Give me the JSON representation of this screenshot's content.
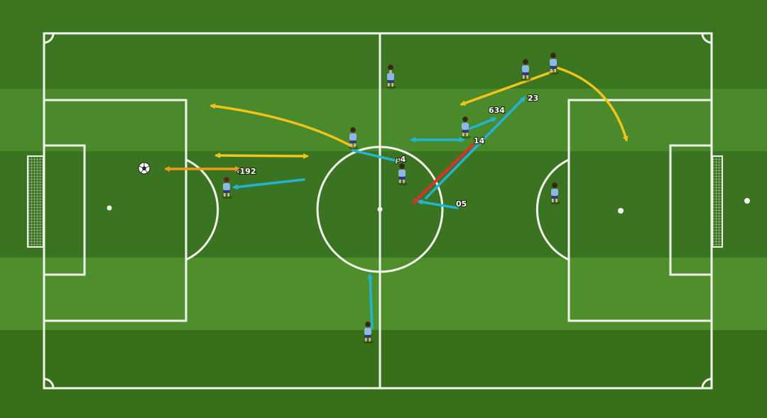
{
  "diagram": {
    "colors": {
      "grass_light": "#4e8f2c",
      "grass_dark": "#3a7420",
      "lines": "#f2f5ee",
      "arrow_yellow": "#f2c318",
      "arrow_orange": "#ee9a1a",
      "arrow_cyan": "#22b4d6",
      "arrow_red": "#d8322a",
      "player_shirt": "#8fb6e8",
      "player_shorts": "#2d3c78",
      "ball": "#ffffff"
    },
    "player_labels": {
      "p1": "‹192",
      "p2": "℘4",
      "p3": "634",
      "p4": "23",
      "p5": "14",
      "p6": "05"
    }
  }
}
